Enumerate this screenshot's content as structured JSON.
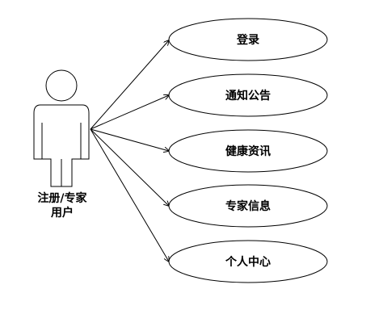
{
  "actor": {
    "label_line1": "注册/专家",
    "label_line2": "用户"
  },
  "use_cases": [
    {
      "label": "登录"
    },
    {
      "label": "通知公告"
    },
    {
      "label": "健康资讯"
    },
    {
      "label": "专家信息"
    },
    {
      "label": "个人中心"
    }
  ]
}
